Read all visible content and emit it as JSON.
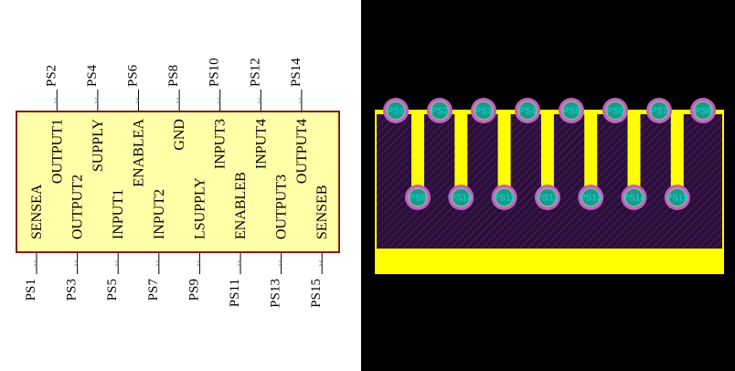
{
  "schematic": {
    "body_color": "#ffffa8",
    "border_color": "#8b1a1a",
    "pins": [
      {
        "num": 1,
        "name": "SENSEA",
        "side": "bottom"
      },
      {
        "num": 2,
        "name": "OUTPUT1",
        "side": "top"
      },
      {
        "num": 3,
        "name": "OUTPUT2",
        "side": "bottom"
      },
      {
        "num": 4,
        "name": "SUPPLY",
        "side": "top"
      },
      {
        "num": 5,
        "name": "INPUT1",
        "side": "bottom"
      },
      {
        "num": 6,
        "name": "ENABLEA",
        "side": "top"
      },
      {
        "num": 7,
        "name": "INPUT2",
        "side": "bottom"
      },
      {
        "num": 8,
        "name": "GND",
        "side": "top"
      },
      {
        "num": 9,
        "name": "LSUPPLY",
        "side": "bottom"
      },
      {
        "num": 10,
        "name": "INPUT3",
        "side": "top"
      },
      {
        "num": 11,
        "name": "ENABLEB",
        "side": "bottom"
      },
      {
        "num": 12,
        "name": "INPUT4",
        "side": "top"
      },
      {
        "num": 13,
        "name": "OUTPUT3",
        "side": "bottom"
      },
      {
        "num": 14,
        "name": "OUTPUT4",
        "side": "top"
      },
      {
        "num": 15,
        "name": "SENSEB",
        "side": "bottom"
      }
    ],
    "pin_labels": {
      "1": "PS1",
      "2": "PS2",
      "3": "PS3",
      "4": "PS4",
      "5": "PS5",
      "6": "PS6",
      "7": "PS7",
      "8": "PS8",
      "9": "PS9",
      "10": "PS10",
      "11": "PS11",
      "12": "PS12",
      "13": "PS13",
      "14": "PS14",
      "15": "PS15"
    }
  },
  "pcb": {
    "background": "#000000",
    "board_fill": "#2a0f3a",
    "copper_color": "#ffff00",
    "pad_ring_color": "#c060c0",
    "pad_hole_color": "#a0a0a0",
    "pad_text_color": "#00e0e0",
    "top_row": [
      "PS1",
      "PS2",
      "PS3",
      "PS4",
      "PS5",
      "PS6",
      "PS7",
      "PS8"
    ],
    "bottom_row": [
      "PS9",
      "PS10",
      "PS11",
      "PS12",
      "PS13",
      "PS14",
      "PS15"
    ]
  }
}
